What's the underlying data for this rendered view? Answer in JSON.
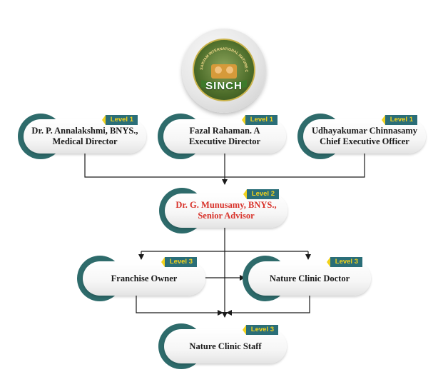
{
  "logo": {
    "wordmark": "SINCH",
    "ring_text": "SARVAM INTERNATIONAL NATURE CURE HOSPITAL",
    "colors": {
      "ring": "#c9b24a",
      "field": "#4d6d2a",
      "silver": "#d9d9d9"
    }
  },
  "colors": {
    "arc": "#2e6b6b",
    "tag_bg": "#2a6e78",
    "tag_text": "#f2d21c",
    "connector": "#1a1a1a",
    "highlight_text": "#d8322a"
  },
  "nodes": {
    "medical_director": {
      "level": "Level 1",
      "line1": "Dr. P. Annalakshmi, BNYS.,",
      "line2": "Medical Director"
    },
    "executive_director": {
      "level": "Level 1",
      "line1": "Fazal Rahaman. A",
      "line2": "Executive Director"
    },
    "ceo": {
      "level": "Level 1",
      "line1": "Udhayakumar Chinnasamy",
      "line2": "Chief Executive Officer"
    },
    "senior_advisor": {
      "level": "Level 2",
      "line1": "Dr. G. Munusamy, BNYS.,",
      "line2": "Senior Advisor"
    },
    "franchise_owner": {
      "level": "Level 3",
      "line1": "Franchise Owner"
    },
    "clinic_doctor": {
      "level": "Level 3",
      "line1": "Nature Clinic Doctor"
    },
    "clinic_staff": {
      "level": "Level 3",
      "line1": "Nature Clinic Staff"
    }
  }
}
